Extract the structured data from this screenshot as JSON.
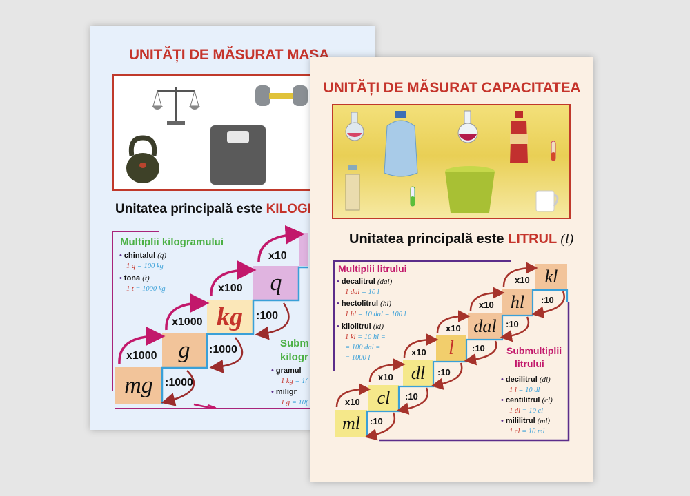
{
  "mass": {
    "title": "UNITĂȚI DE MĂSURAT MASA",
    "main_prefix": "Unitatea principală este ",
    "main_unit": "KILOGRAM",
    "multiples_title": "Multiplii kilogramului",
    "multiples": [
      {
        "name": "chintalul",
        "abbr": "(q)",
        "eq_left": "1 q",
        "eq_right": " = 100 kg"
      },
      {
        "name": "tona",
        "abbr": "(t)",
        "eq_left": "1 t",
        "eq_right": " = 1000 kg"
      }
    ],
    "submultiples_title_1": "Subm",
    "submultiples_title_2": "kilogr",
    "submultiples": [
      {
        "name": "gramul",
        "eq_left": "1 kg",
        "eq_right": " = 1("
      },
      {
        "name": "miligr",
        "eq_left": "1 g",
        "eq_right": " = 10("
      }
    ],
    "units": [
      "mg",
      "g",
      "kg",
      "q"
    ],
    "up_ops": [
      "x1000",
      "x1000",
      "x100",
      "x10"
    ],
    "down_ops": [
      ":1000",
      ":1000",
      ":100"
    ]
  },
  "capacity": {
    "title": "UNITĂȚI DE MĂSURAT CAPACITATEA",
    "main_prefix": "Unitatea principală este ",
    "main_unit": "LITRUL",
    "main_symbol": "(l)",
    "multiples_title": "Multiplii litrului",
    "multiples": [
      {
        "name": "decalitrul",
        "abbr": "(dal)",
        "lines": [
          {
            "a": "1 dal",
            "b": " = 10 l"
          }
        ]
      },
      {
        "name": "hectolitrul",
        "abbr": "(hl)",
        "lines": [
          {
            "a": "1 hl",
            "b": " = 10 dal = 100 l"
          }
        ]
      },
      {
        "name": "kilolitrul",
        "abbr": "(kl)",
        "lines": [
          {
            "a": "1 kl",
            "b": " = 10 hl ="
          },
          {
            "a": "",
            "b": "= 100 dal ="
          },
          {
            "a": "",
            "b": "= 1000 l"
          }
        ]
      }
    ],
    "submultiples_title_1": "Submultiplii",
    "submultiples_title_2": "litrului",
    "submultiples": [
      {
        "name": "decilitrul",
        "abbr": "(dl)",
        "eq_left": "1 l",
        "eq_right": " = 10 dl"
      },
      {
        "name": "centilitrul",
        "abbr": "(cl)",
        "eq_left": "1 dl",
        "eq_right": " = 10 cl"
      },
      {
        "name": "mililitrul",
        "abbr": "(ml)",
        "eq_left": "1 cl",
        "eq_right": " = 10 ml"
      }
    ],
    "units": [
      "ml",
      "cl",
      "dl",
      "l",
      "dal",
      "hl",
      "kl"
    ],
    "up_op": "x10",
    "down_op": ":10"
  }
}
